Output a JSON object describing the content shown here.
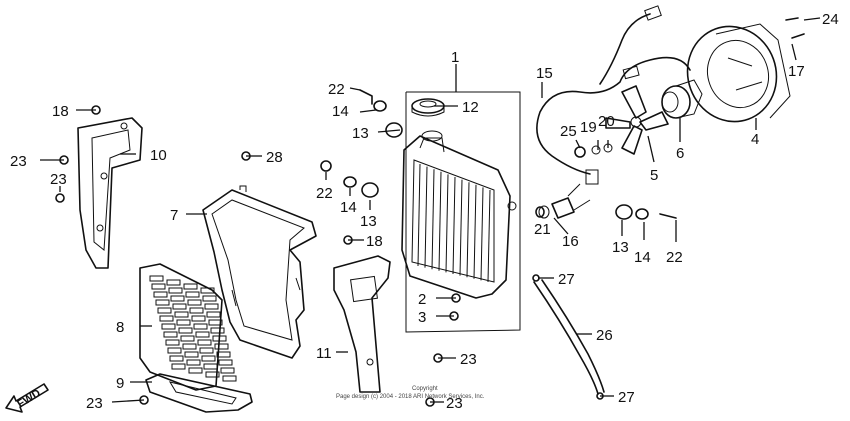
{
  "diagram": {
    "part_labels": [
      "1",
      "2",
      "3",
      "4",
      "5",
      "6",
      "7",
      "8",
      "9",
      "10",
      "11",
      "12",
      "13",
      "14",
      "15",
      "16",
      "17",
      "18",
      "19",
      "20",
      "21",
      "22",
      "23",
      "24",
      "25",
      "26",
      "27",
      "28"
    ],
    "fwd_label": "FWD",
    "copyright_line1": "Copyright",
    "copyright_line2": "Page design (c) 2004 - 2018 ARI Network Services, Inc."
  }
}
